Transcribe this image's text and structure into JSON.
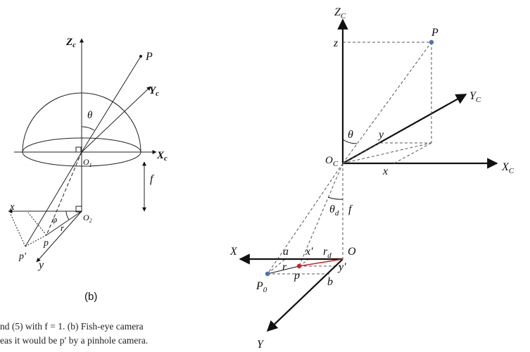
{
  "left": {
    "axis_zc": "Z",
    "axis_zc_sub": "c",
    "axis_yc": "Y",
    "axis_yc_sub": "c",
    "axis_xc": "X",
    "axis_xc_sub": "c",
    "point_p": "P",
    "theta": "θ",
    "origin1": "O",
    "origin1_sub": "1",
    "origin2": "O",
    "origin2_sub": "2",
    "focal": "f",
    "axis_x": "x",
    "axis_y": "y",
    "phi": "φ",
    "r": "r",
    "p": "p",
    "p_prime": "p'",
    "panel_label": "(b)"
  },
  "captions": {
    "line1": "nd (5) with  f = 1. (b) Fish-eye camera",
    "line2": "eas it would be  p′  by a pinhole camera."
  },
  "right": {
    "axis_zc": "Z",
    "axis_zc_sub": "C",
    "z": "z",
    "point_p": "P",
    "axis_yc": "Y",
    "axis_yc_sub": "C",
    "theta": "θ",
    "y": "y",
    "origin_c": "O",
    "origin_c_sub": "C",
    "x": "x",
    "axis_xc": "X",
    "axis_xc_sub": "C",
    "theta_d": "θ",
    "theta_d_sub": "d",
    "focal": "f",
    "axis_x_img": "X",
    "a": "a",
    "x_prime": "x'",
    "r_d": "r",
    "r_d_sub": "d",
    "origin": "O",
    "r": "r",
    "y_prime": "y'",
    "p": "p",
    "p0": "P",
    "p0_sub": "0",
    "b": "b",
    "axis_y_img": "Y"
  },
  "colors": {
    "point_blue": "#4a72b8",
    "point_red": "#d42020",
    "line_red": "#d42020",
    "line": "#111111",
    "dashed": "#444444"
  }
}
